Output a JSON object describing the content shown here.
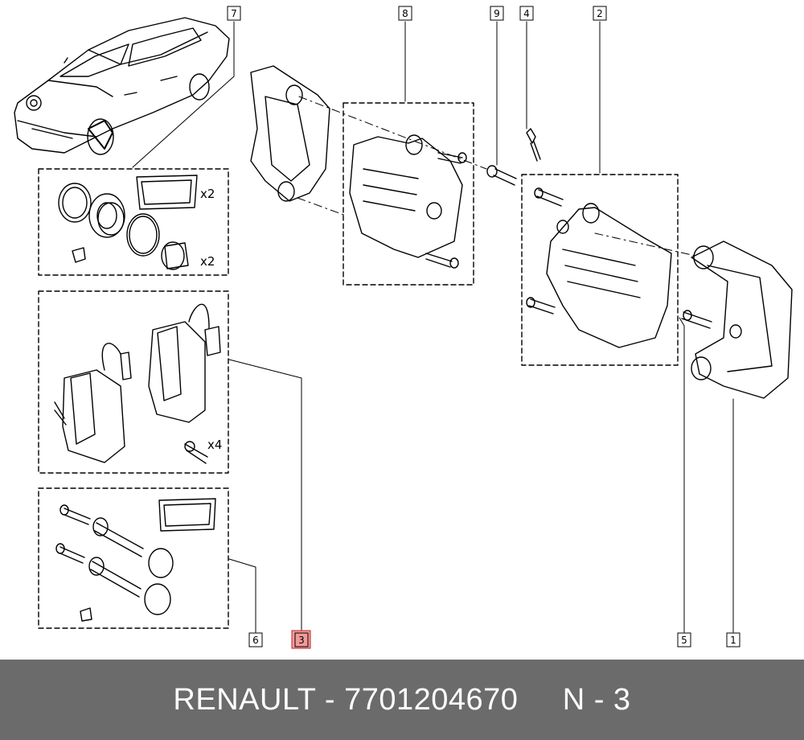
{
  "footer": {
    "brand": "RENAULT",
    "separator": " - ",
    "part_number": "7701204670",
    "gap": "     ",
    "ref": "N - 3"
  },
  "callouts": {
    "c1": "1",
    "c2": "2",
    "c3": "3",
    "c4": "4",
    "c5": "5",
    "c6": "6",
    "c7": "7",
    "c8": "8",
    "c9": "9"
  },
  "quantities": {
    "seal_kit_label": "x2",
    "boot_kit_label": "x2",
    "pad_bolts_label": "x4"
  },
  "colors": {
    "highlight_fill": "#f29a9a",
    "highlight_stroke": "#d04040",
    "footer_bg": "#6b6b6b"
  }
}
